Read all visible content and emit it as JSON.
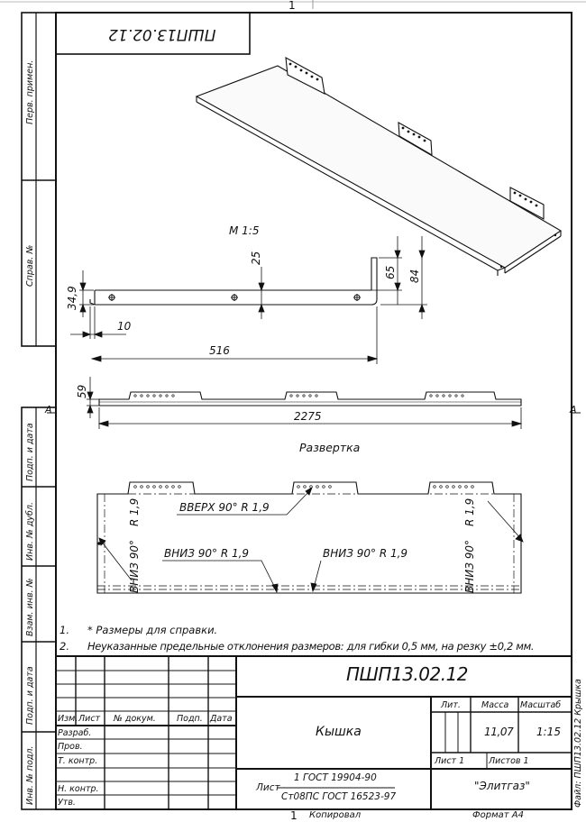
{
  "sheet": {
    "top_page_number": "1",
    "bottom_page_number": "1",
    "mirrored_code": "ПШП13.02.12",
    "section_marker": "A",
    "copied_label": "Копировал",
    "format_label": "Формат А4",
    "file_label": "Файл: ПШП13.02.12 Крышка"
  },
  "left_strip": {
    "labels": [
      "Перв. примен.",
      "Справ. №",
      "Подп. и дата",
      "Инв. № дубл.",
      "Взам. инв. №",
      "Подп. и дата",
      "Инв. № подл."
    ]
  },
  "drawing": {
    "scale_label": "М 1:5",
    "dims": {
      "d25": "25",
      "d65": "65",
      "d84": "84",
      "d34_9": "34,9",
      "d10": "10",
      "d516": "516",
      "d59": "59",
      "d2275": "2275"
    },
    "unfold_title": "Развертка",
    "notes": {
      "up_bend": "ВВЕРХ  90°  R 1,9",
      "down_bend_1": "ВНИЗ  90°  R 1,9",
      "down_bend_2": "ВНИЗ  90°  R 1,9",
      "side_left_r": "R 1,9",
      "side_left_down": "ВНИЗ  90°",
      "side_right_r": "R 1,9",
      "side_right_down": "ВНИЗ  90°"
    }
  },
  "requirements": [
    {
      "num": "1.",
      "text": "* Размеры для справки."
    },
    {
      "num": "2.",
      "text": "Неуказанные предельные отклонения размеров: для гибки 0,5 мм, на резку ±0,2 мм."
    }
  ],
  "title_block": {
    "designation": "ПШП13.02.12",
    "name": "Кышка",
    "material_line1": "1 ГОСТ 19904-90",
    "material_prefix": "Лист",
    "material_line2": "Ст08ПС ГОСТ 16523-97",
    "lit_header": "Лит.",
    "mass_header": "Масса",
    "scale_header": "Масштаб",
    "mass_value": "11,07",
    "scale_value": "1:15",
    "sheet_label": "Лист 1",
    "sheets_label": "Листов 1",
    "company": "\"Элитгаз\"",
    "change_headers": [
      "Изм.",
      "Лист",
      "№ докум.",
      "Подп.",
      "Дата"
    ],
    "roles": [
      "Разраб.",
      "Пров.",
      "Т. контр.",
      "",
      "Н. контр.",
      "Утв."
    ]
  }
}
